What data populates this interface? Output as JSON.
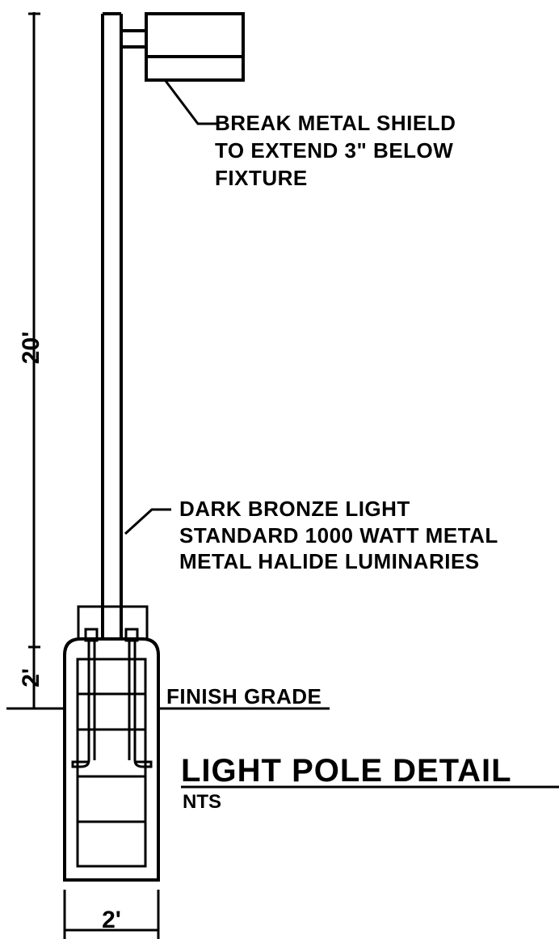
{
  "notes": {
    "shield": [
      "BREAK METAL SHIELD",
      "TO EXTEND 3\" BELOW",
      "FIXTURE"
    ],
    "pole": [
      "DARK BRONZE LIGHT",
      "STANDARD 1000 WATT METAL",
      "METAL HALIDE LUMINARIES"
    ],
    "grade": "FINISH GRADE"
  },
  "dimensions": {
    "pole_height": "20'",
    "embed_depth": "2'",
    "footing_width": "2'"
  },
  "title": {
    "main": "LIGHT POLE DETAIL",
    "scale": "NTS"
  }
}
